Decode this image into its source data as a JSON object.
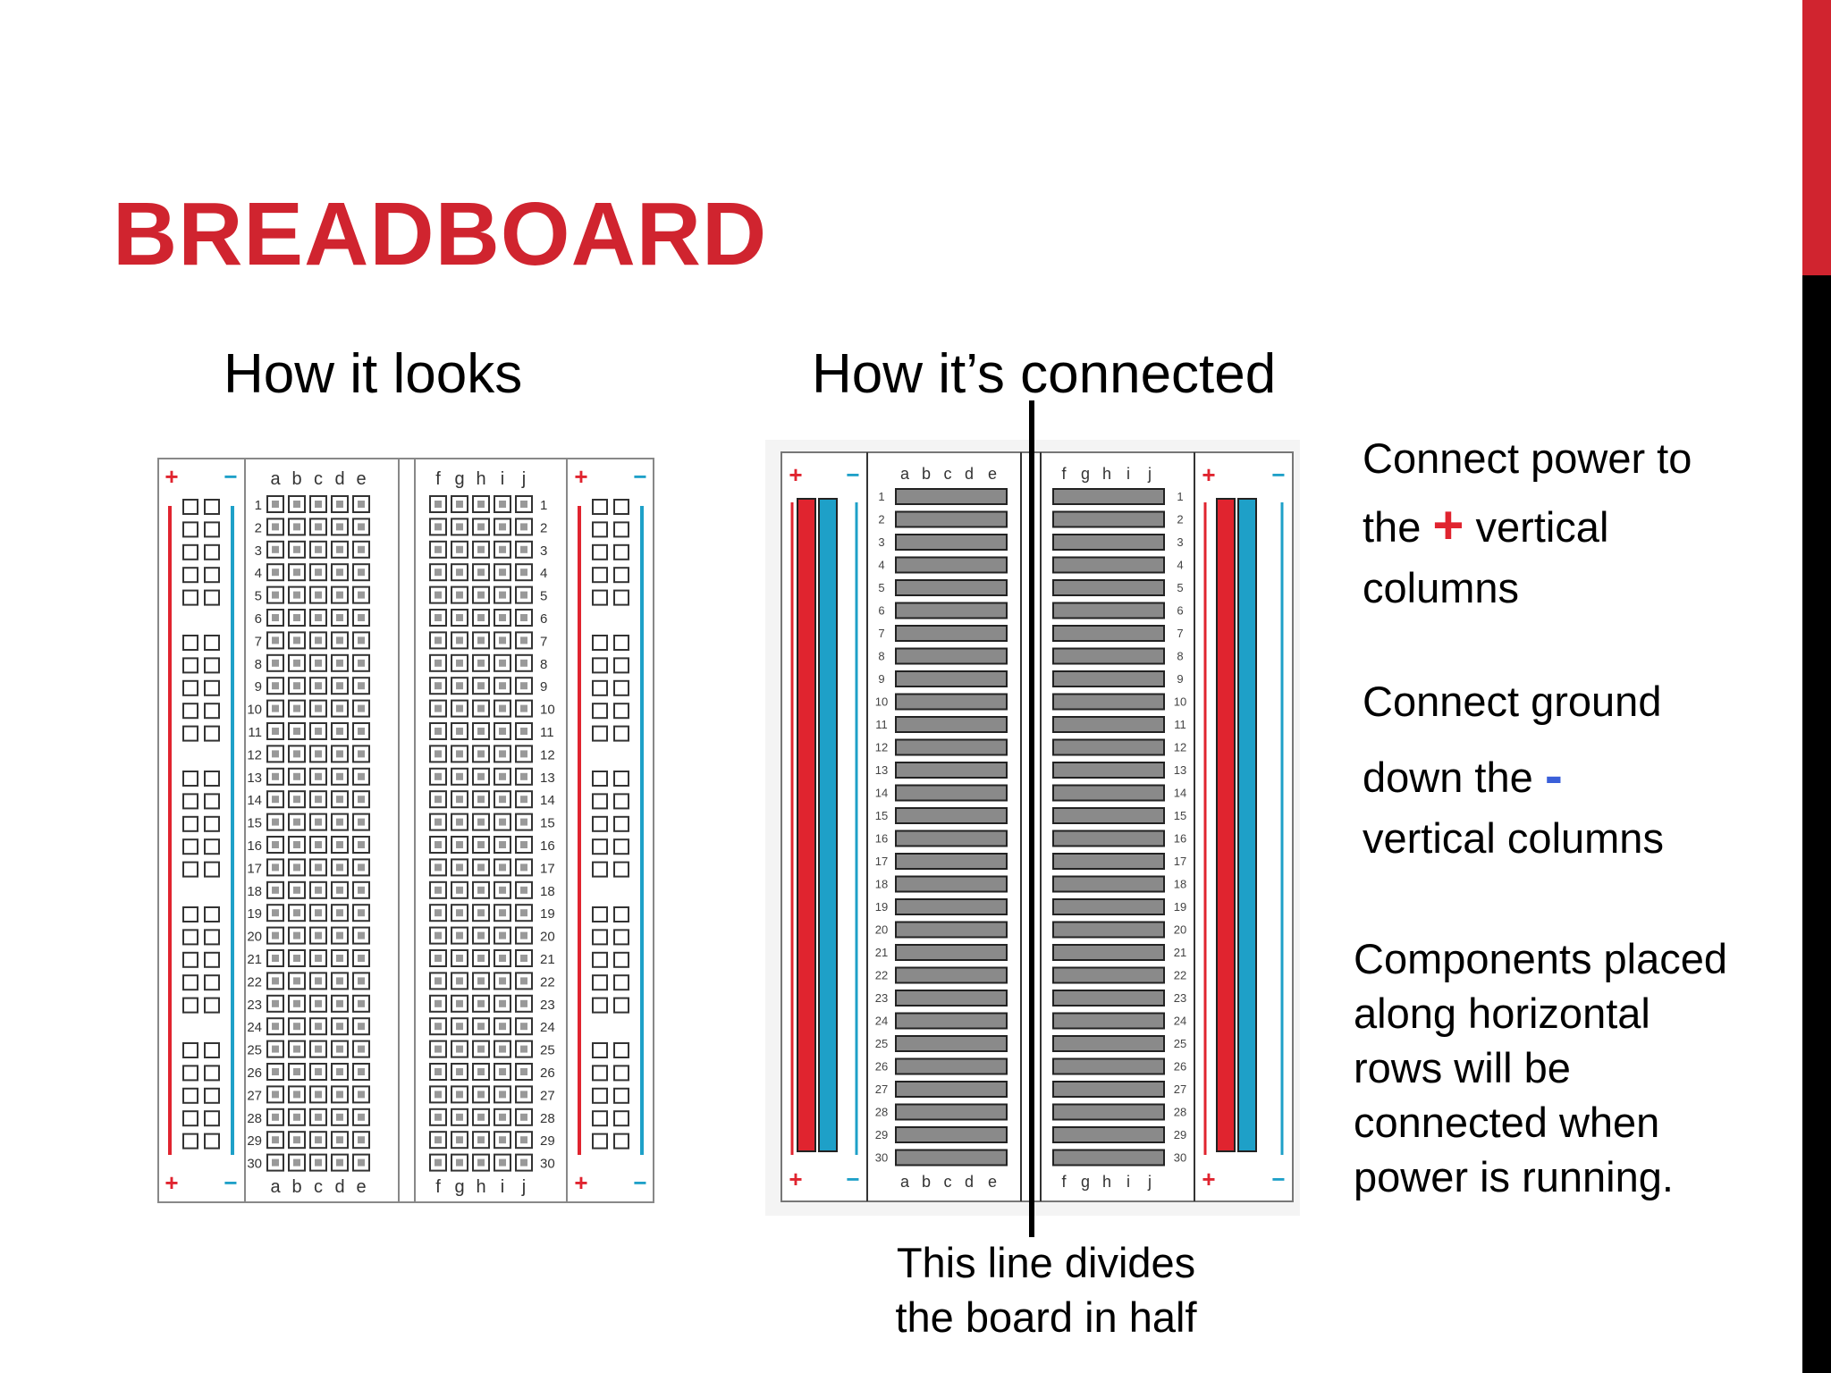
{
  "title": "BREADBOARD",
  "left_heading": "How it looks",
  "right_heading": "How it’s connected",
  "breadboard": {
    "columns_left": [
      "a",
      "b",
      "c",
      "d",
      "e"
    ],
    "columns_right": [
      "f",
      "g",
      "h",
      "i",
      "j"
    ],
    "row_count": 30,
    "plus_symbol": "+",
    "minus_symbol": "−",
    "rail_colors": {
      "positive": "#e0242f",
      "negative": "#1ea0c8"
    }
  },
  "notes": {
    "power": {
      "line1": "Connect power to",
      "line2_pre": "the ",
      "line2_symbol": "+",
      "line2_post": " vertical",
      "line3": "columns"
    },
    "ground": {
      "line1": "Connect ground",
      "line2_pre": "down the ",
      "line2_symbol": "-",
      "line3": "vertical columns"
    },
    "components": [
      "Components placed",
      "along horizontal",
      "rows will be",
      "connected when",
      "power is running."
    ]
  },
  "caption": [
    "This line divides",
    "the board in half"
  ]
}
